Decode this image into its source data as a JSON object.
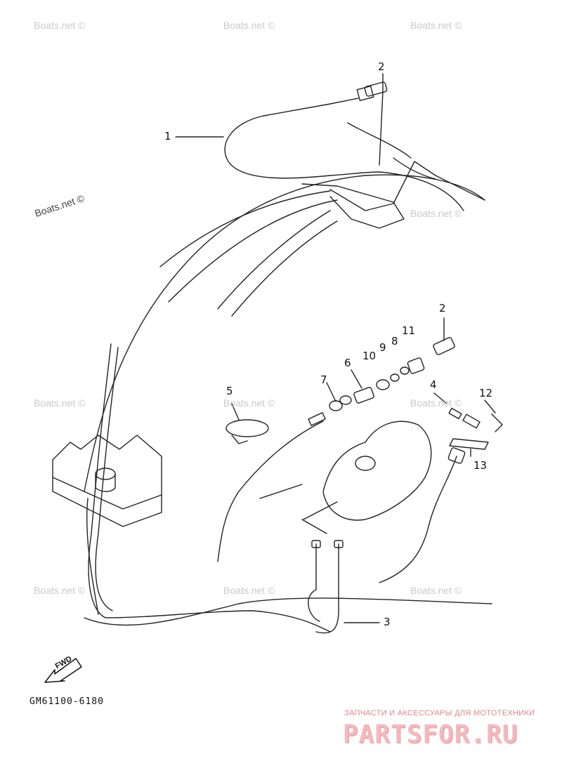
{
  "callouts": [
    {
      "id": "1",
      "text": "1"
    },
    {
      "id": "2a",
      "text": "2"
    },
    {
      "id": "2b",
      "text": "2"
    },
    {
      "id": "3",
      "text": "3"
    },
    {
      "id": "4",
      "text": "4"
    },
    {
      "id": "5",
      "text": "5"
    },
    {
      "id": "6",
      "text": "6"
    },
    {
      "id": "7",
      "text": "7"
    },
    {
      "id": "8",
      "text": "8"
    },
    {
      "id": "9",
      "text": "9"
    },
    {
      "id": "10",
      "text": "10"
    },
    {
      "id": "11",
      "text": "11"
    },
    {
      "id": "12",
      "text": "12"
    },
    {
      "id": "13",
      "text": "13"
    }
  ],
  "watermark_text": "Boats.net ©",
  "figure_code": "GM61100-6180",
  "fwd_label": "FWD",
  "site": {
    "tagline": "ЗАПЧАСТИ И АКСЕССУАРЫ ДЛЯ МОТОТЕХНИКИ",
    "logo": "PARTSFOR.RU"
  }
}
